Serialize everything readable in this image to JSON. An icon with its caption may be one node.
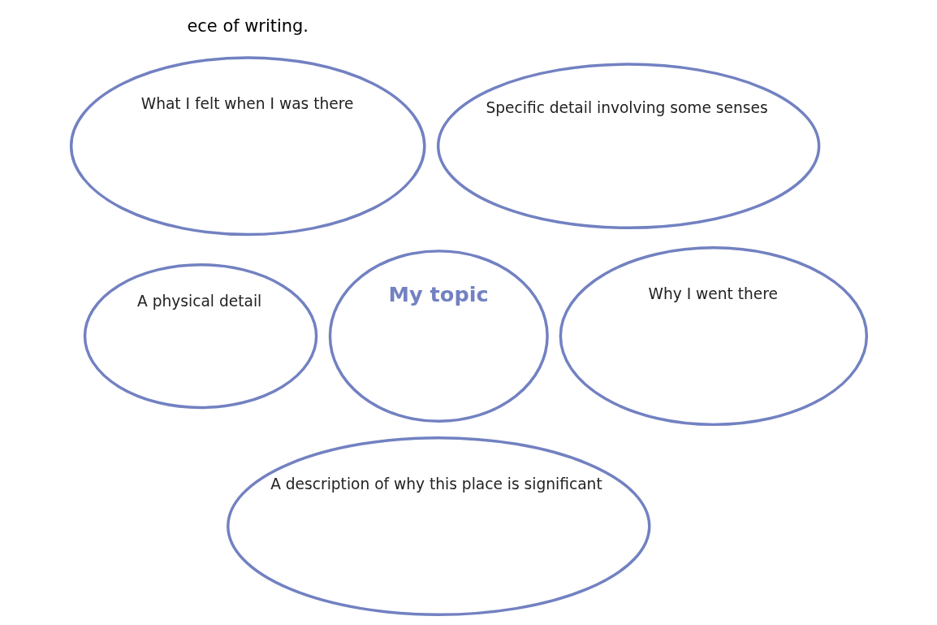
{
  "diagram": {
    "nodes": [
      {
        "text": [
          "What I felt when I was there"
        ]
      },
      {
        "text": [
          "Specific detail involving some senses"
        ]
      },
      {
        "text": [
          "My topic"
        ]
      },
      {
        "text": [
          "A physical detail"
        ]
      },
      {
        "text": [
          "Why I went there"
        ]
      },
      {
        "text": [
          "A description of why this place is significant"
        ]
      }
    ],
    "labels": [
      "ece of writing."
    ]
  }
}
